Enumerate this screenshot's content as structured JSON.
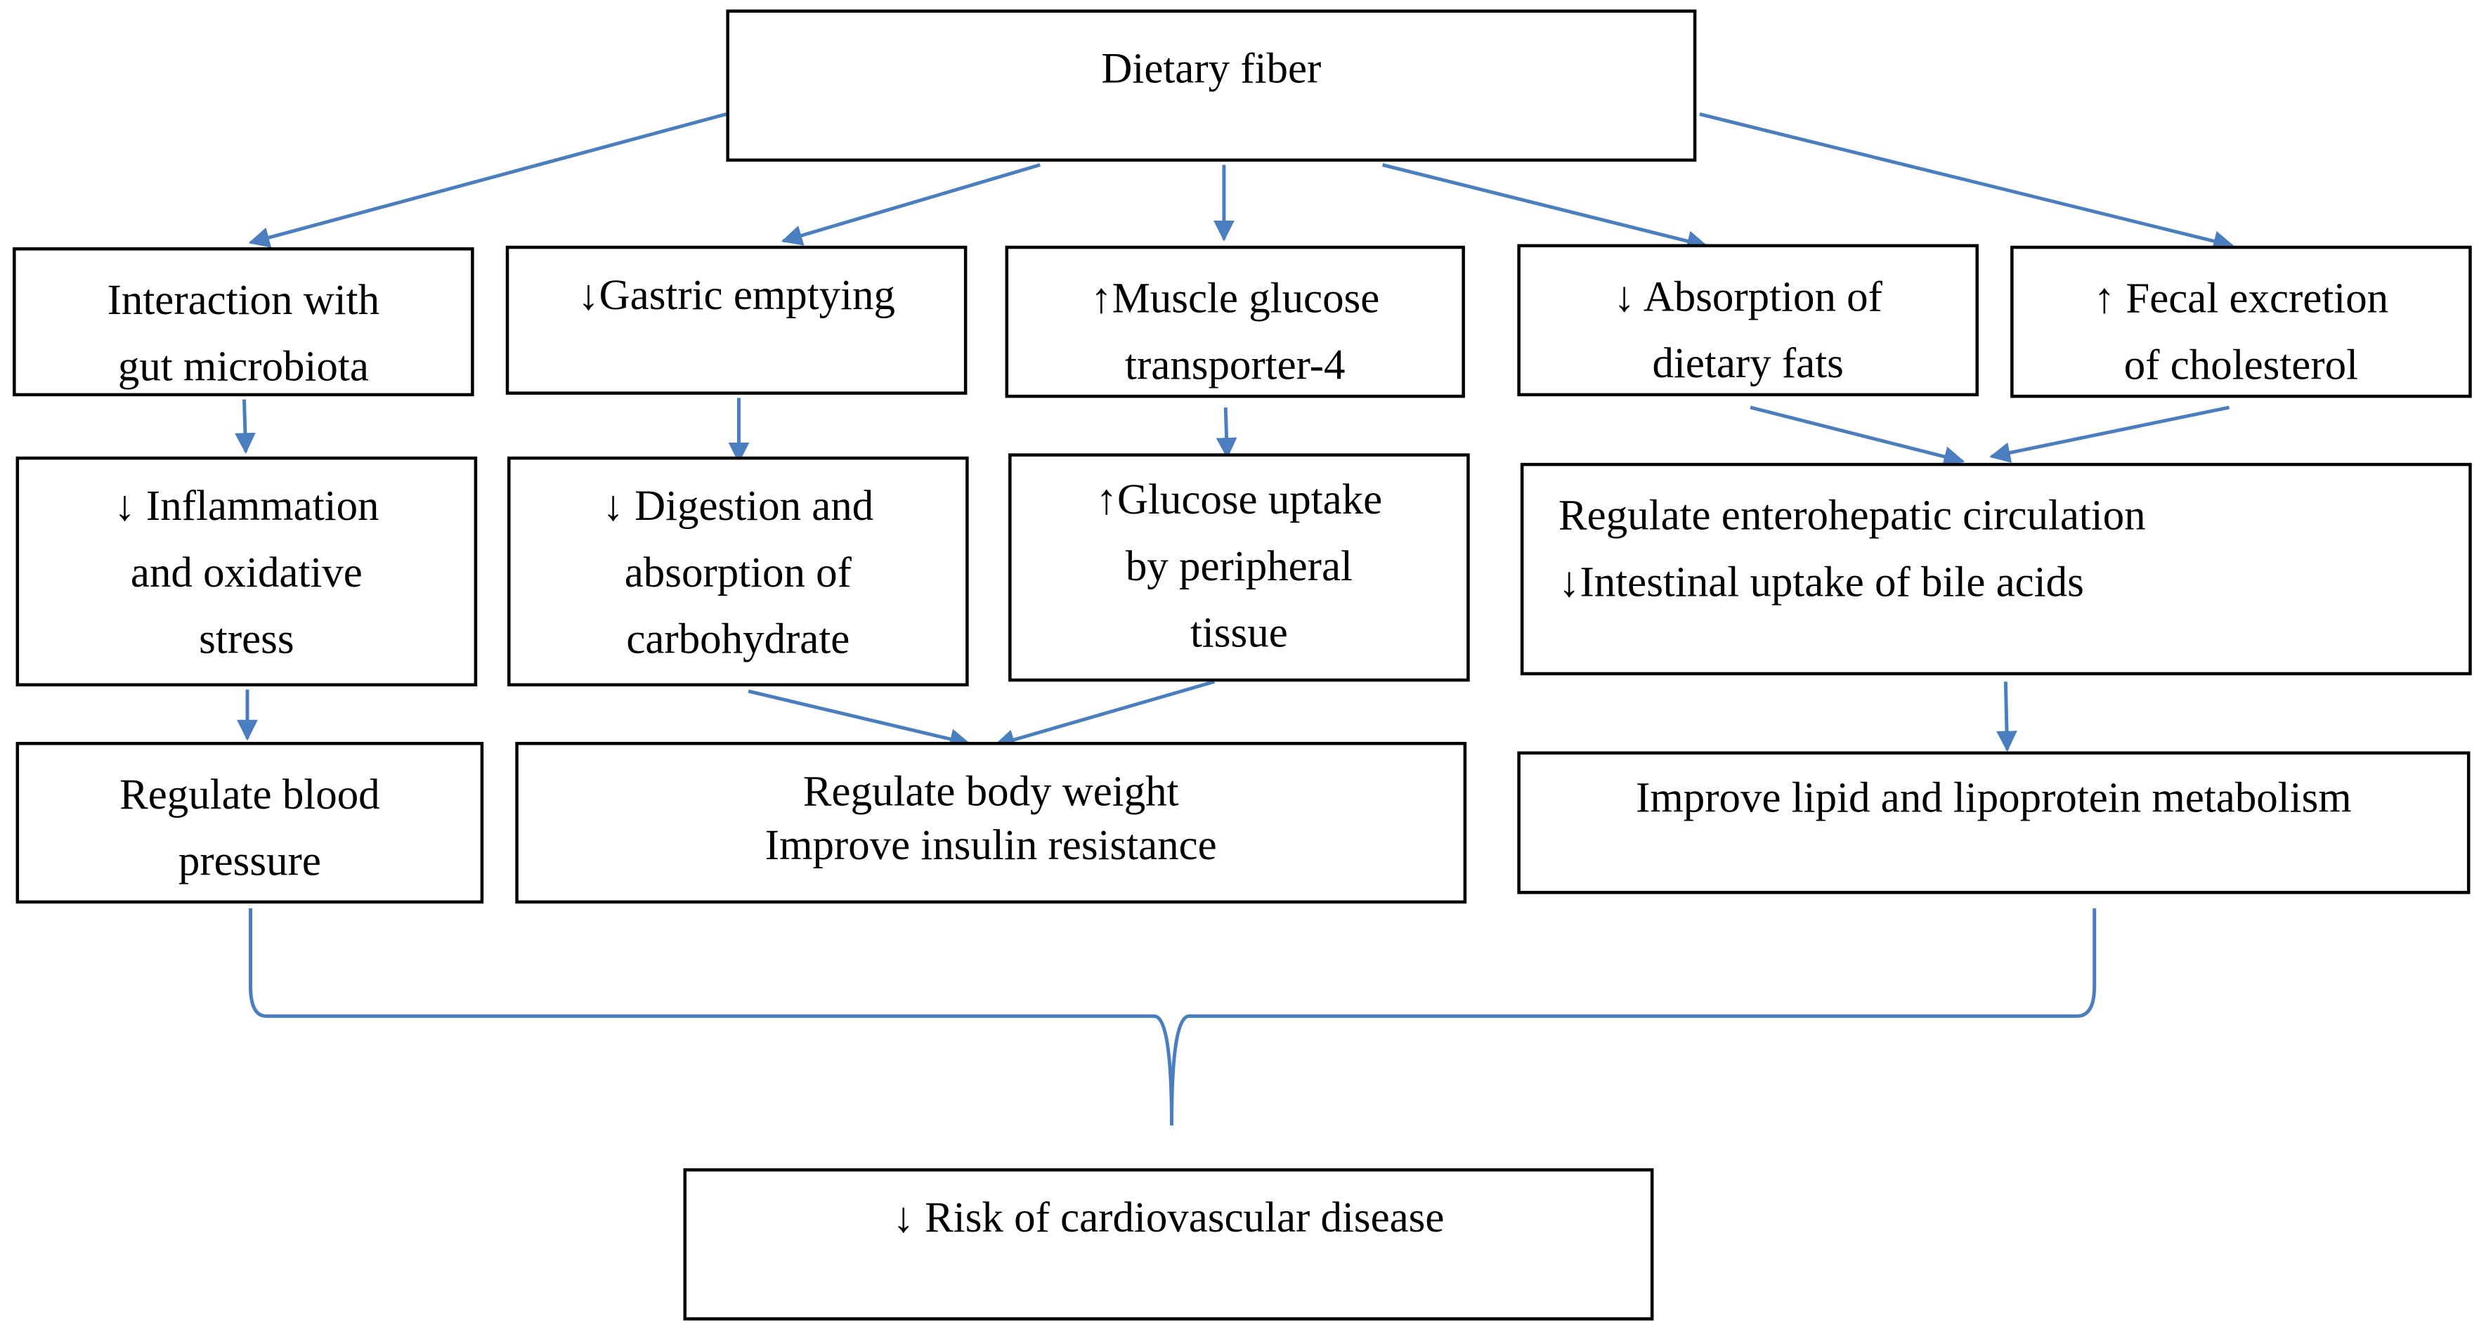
{
  "colors": {
    "arrow": "#4a7ebf",
    "border": "#000000",
    "text": "#000000",
    "background": "#ffffff"
  },
  "nodes": {
    "dietary_fiber": [
      "Dietary fiber"
    ],
    "gut_microbiota": [
      "Interaction with",
      "gut microbiota"
    ],
    "gastric_emptying": [
      "↓Gastric emptying"
    ],
    "muscle_glut4": [
      "↑Muscle  glucose",
      "transporter-4"
    ],
    "absorption_fats": [
      "↓ Absorption of",
      "dietary fats"
    ],
    "fecal_cholesterol": [
      "↑ Fecal excretion",
      "of cholesterol"
    ],
    "inflammation": [
      "↓ Inflammation",
      "and oxidative",
      "stress"
    ],
    "digestion_carb": [
      "↓ Digestion and",
      "absorption of",
      "carbohydrate"
    ],
    "glucose_uptake": [
      "↑Glucose uptake",
      "by peripheral",
      "tissue"
    ],
    "enterohepatic": [
      "Regulate enterohepatic circulation",
      "↓Intestinal uptake of bile acids"
    ],
    "blood_pressure": [
      "Regulate blood",
      "pressure"
    ],
    "body_weight": [
      "Regulate body weight",
      "Improve insulin resistance"
    ],
    "lipid_metabolism": [
      "Improve lipid and lipoprotein metabolism"
    ],
    "cvd_risk": [
      "↓ Risk of cardiovascular disease"
    ]
  }
}
